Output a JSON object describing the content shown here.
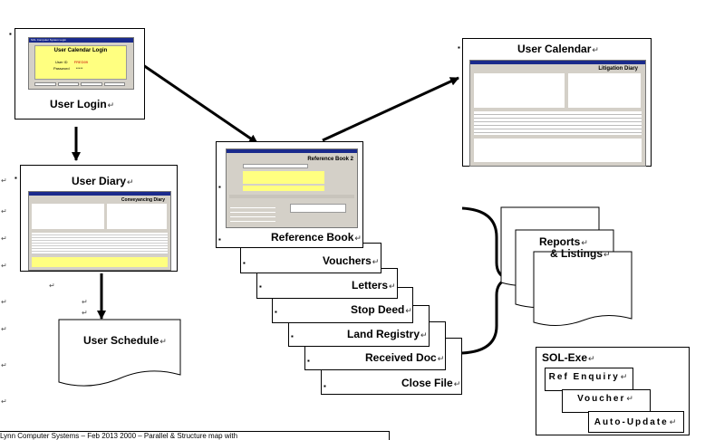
{
  "nodes": {
    "user_login": "User Login",
    "user_calendar": "User Calendar",
    "user_diary": "User Diary",
    "user_schedule": "User Schedule",
    "reference_book": "Reference Book",
    "vouchers": "Vouchers",
    "letters": "Letters",
    "stop_deed": "Stop Deed",
    "land_registry": "Land Registry",
    "received_doc": "Received Doc",
    "close_file": "Close File",
    "reports": "Reports",
    "listings": "& Listings",
    "sol_exe": "SOL-Exe",
    "ref_enquiry": "Ref Enquiry",
    "voucher": "Voucher",
    "auto_update": "Auto-Update"
  },
  "thumbnails": {
    "login": {
      "window_title": "SOL Computer System Login",
      "heading": "User Calendar Login",
      "user_id_label": "User ID",
      "user_id_value": "FRED09",
      "password_label": "Password",
      "password_value": "*****"
    },
    "calendar": {
      "heading": "Litigation Diary"
    },
    "diary": {
      "heading": "Conveyancing Diary"
    },
    "refbook": {
      "heading": "Reference Book 2"
    }
  },
  "return_mark": "↵",
  "bullet": "▪",
  "footer_text": "Lynn Computer Systems – Feb 2013 2000 – Parallel & Structure map with",
  "colors": {
    "thumb_yellow": "#ffff80",
    "thumb_header": "#1a2a8c",
    "thumb_panel": "#d4d0c8"
  }
}
